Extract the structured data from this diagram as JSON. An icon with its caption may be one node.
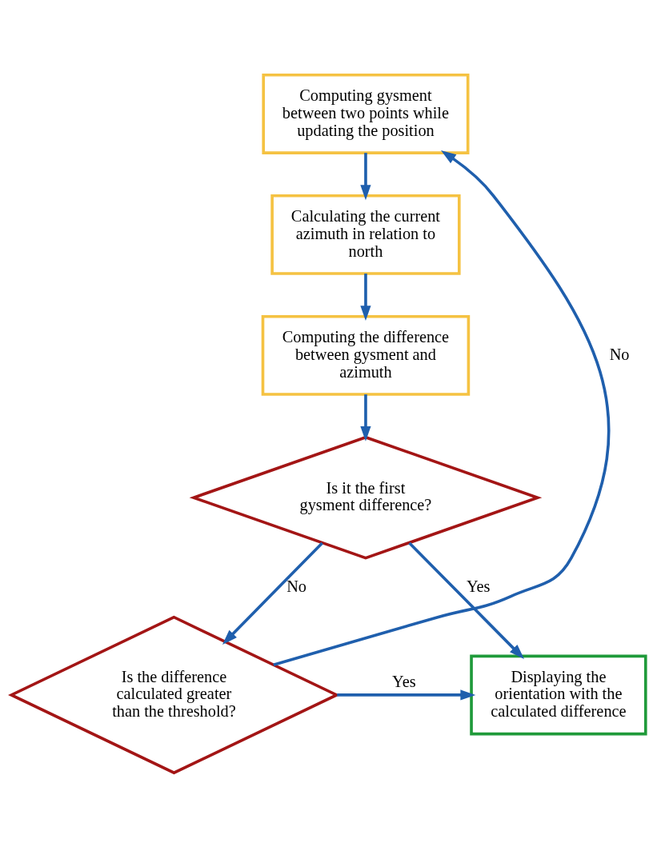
{
  "diagram": {
    "nodes": [
      {
        "text": [
          "Computing gysment between two points while updating the position"
        ]
      },
      {
        "text": [
          "Calculating the current azimuth in relation to north"
        ]
      },
      {
        "text": [
          "Computing the difference between gysment and azimuth"
        ]
      },
      {
        "text": [
          "Is it the first gysment difference?"
        ]
      },
      {
        "text": [
          "Is the difference calculated greater than the threshold?"
        ]
      },
      {
        "text": [
          "Displaying the orientation with the calculated difference"
        ]
      }
    ],
    "edges": [
      {
        "from": 0,
        "to": 1,
        "arrow": "to"
      },
      {
        "from": 1,
        "to": 2,
        "arrow": "to"
      },
      {
        "from": 2,
        "to": 3,
        "arrow": "to"
      },
      {
        "from": 3,
        "to": 5,
        "arrow": "to",
        "label": "Yes"
      },
      {
        "from": 3,
        "to": 4,
        "arrow": "to",
        "label": "No"
      },
      {
        "from": 4,
        "to": 5,
        "arrow": "to",
        "label": "Yes"
      },
      {
        "from": 4,
        "to": 0,
        "arrow": "to",
        "label": "No"
      }
    ]
  }
}
